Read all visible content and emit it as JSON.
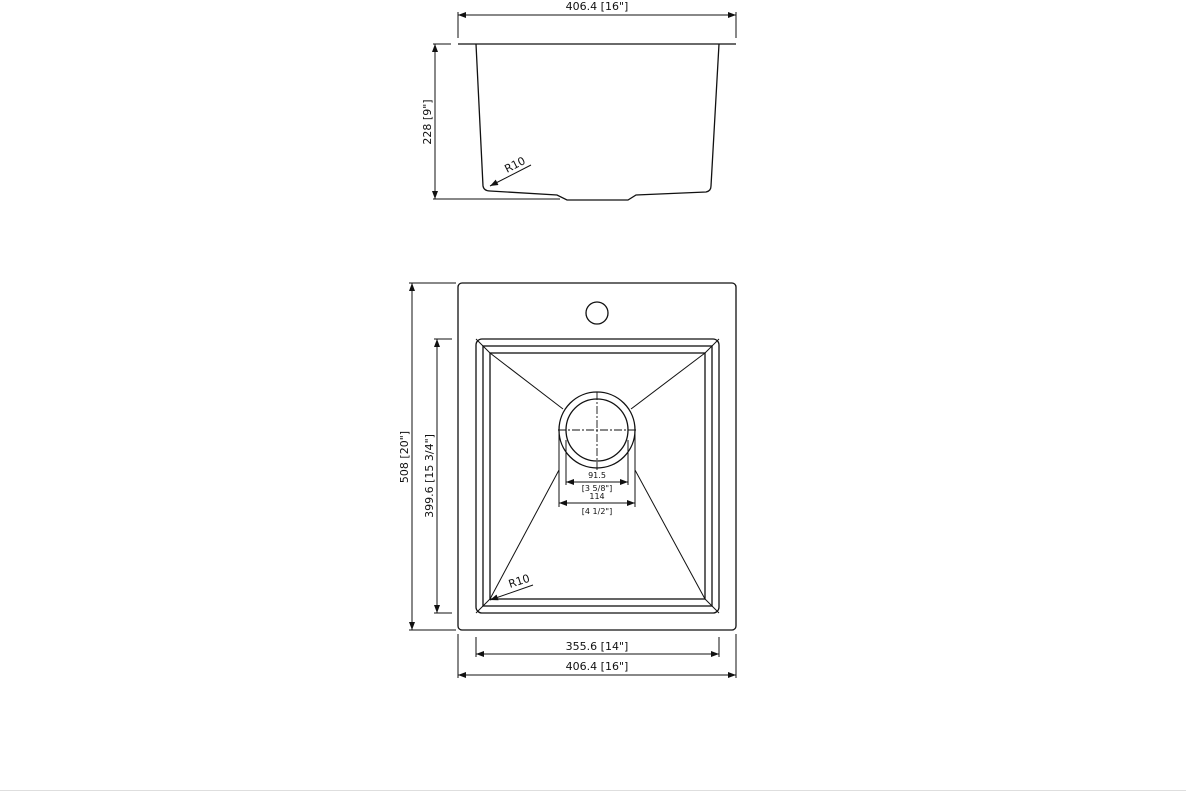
{
  "side_view": {
    "width_label": "406.4  [16\"]",
    "height_label": "228 [9\"]",
    "radius_label": "R10"
  },
  "plan_view": {
    "overall_length_label": "508 [20\"]",
    "bowl_length_label": "399.6 [15 3/4\"]",
    "bowl_width_label": "355.6 [14\"]",
    "overall_width_label": "406.4 [16\"]",
    "radius_label": "R10",
    "drain_inner_mm": "91.5",
    "drain_inner_in": "[3 5/8\"]",
    "drain_outer_mm": "114",
    "drain_outer_in": "[4 1/2\"]"
  }
}
